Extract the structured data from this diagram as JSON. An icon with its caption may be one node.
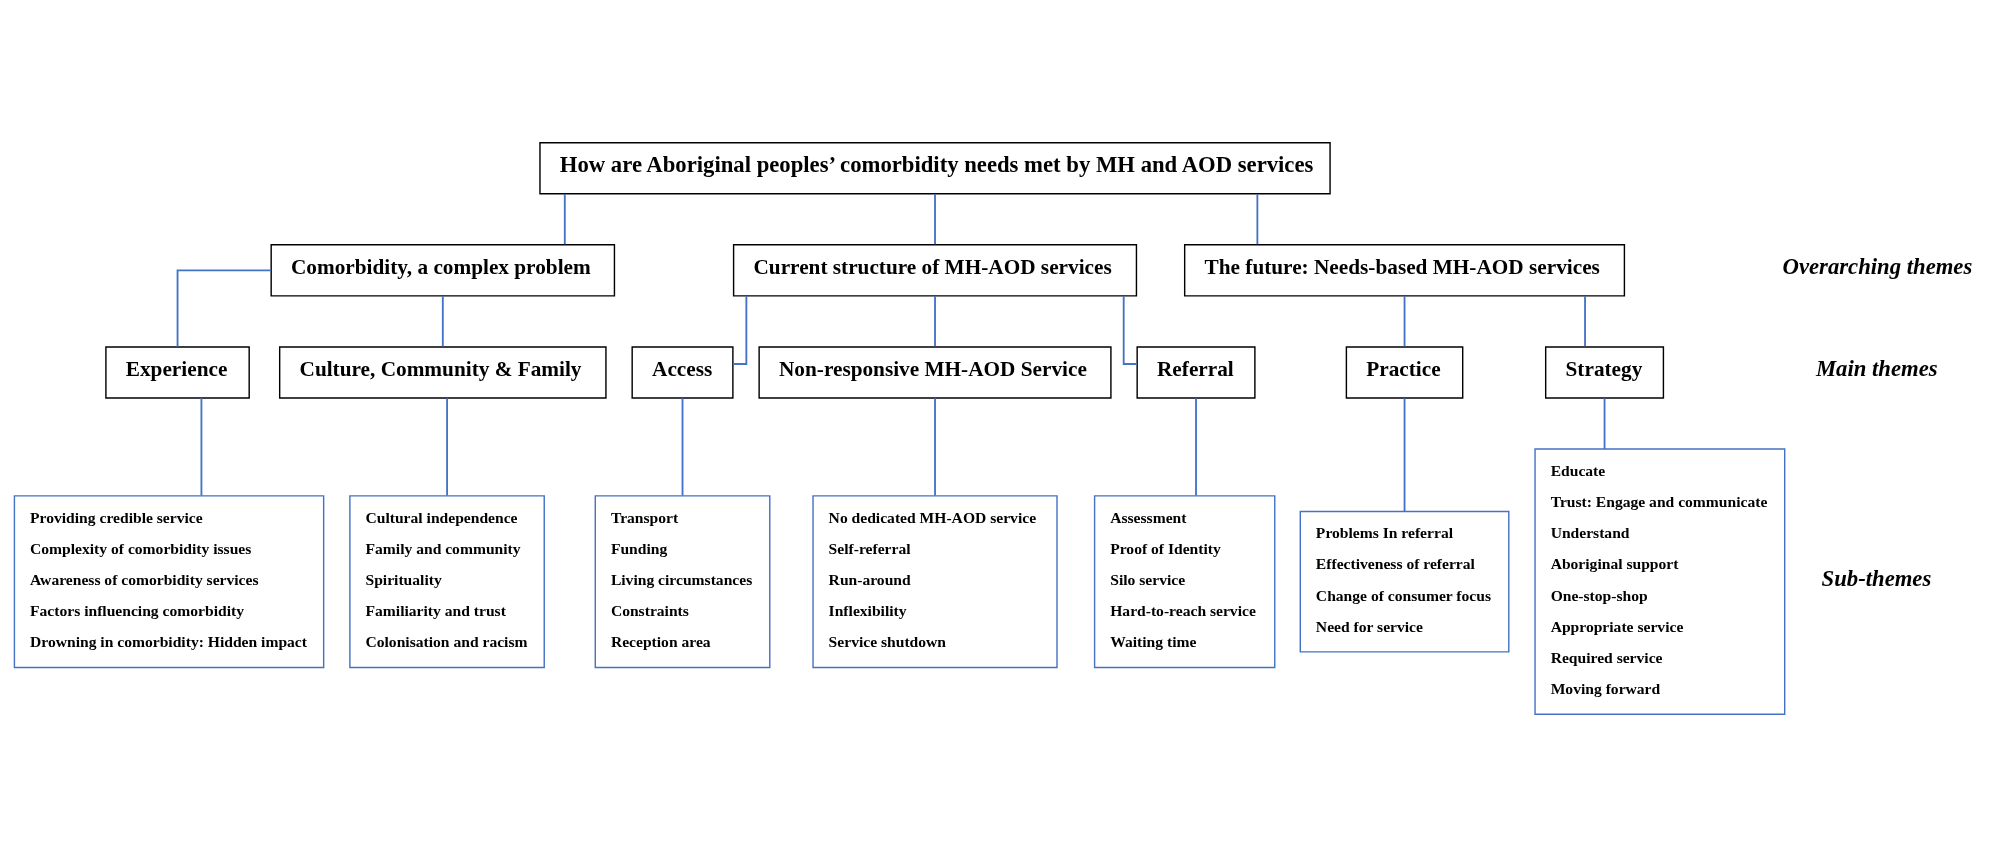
{
  "diagram": {
    "nodes": [
      {
        "text": [
          "How are Aboriginal peoples’ comorbidity needs met by MH and AOD services"
        ]
      },
      {
        "text": [
          "Comorbidity, a complex problem"
        ]
      },
      {
        "text": [
          "Current structure of MH-AOD services"
        ]
      },
      {
        "text": [
          "The future: Needs-based MH-AOD services"
        ]
      },
      {
        "text": [
          "Experience"
        ]
      },
      {
        "text": [
          "Culture, Community & Family"
        ]
      },
      {
        "text": [
          "Access"
        ]
      },
      {
        "text": [
          "Non-responsive MH-AOD Service"
        ]
      },
      {
        "text": [
          "Referral"
        ]
      },
      {
        "text": [
          "Practice"
        ]
      },
      {
        "text": [
          "Strategy"
        ]
      },
      {
        "text": [
          "Providing credible service",
          "Complexity of comorbidity issues",
          "Awareness of comorbidity services",
          "Factors influencing comorbidity",
          "Drowning in comorbidity: Hidden impact"
        ]
      },
      {
        "text": [
          "Cultural independence",
          "Family and community",
          "Spirituality",
          "Familiarity and trust",
          "Colonisation and racism"
        ]
      },
      {
        "text": [
          "Transport",
          "Funding",
          "Living circumstances",
          "Constraints",
          "Reception area"
        ]
      },
      {
        "text": [
          "No dedicated MH-AOD service",
          "Self-referral",
          "Run-around",
          "Inflexibility",
          "Service shutdown"
        ]
      },
      {
        "text": [
          "Assessment",
          "Proof of Identity",
          "Silo service",
          "Hard-to-reach service",
          "Waiting time"
        ]
      },
      {
        "text": [
          "Problems In referral",
          "Effectiveness of referral",
          "Change of consumer focus",
          "Need for service"
        ]
      },
      {
        "text": [
          "Educate",
          "Trust: Engage and communicate",
          "Understand",
          "Aboriginal support",
          "One-stop-shop",
          "Appropriate service",
          "Required service",
          "Moving forward"
        ]
      }
    ],
    "edges": [
      {
        "from": 0,
        "to": 1,
        "arrow": "none"
      },
      {
        "from": 0,
        "to": 2,
        "arrow": "none"
      },
      {
        "from": 0,
        "to": 3,
        "arrow": "none"
      },
      {
        "from": 1,
        "to": 4,
        "arrow": "none"
      },
      {
        "from": 1,
        "to": 5,
        "arrow": "none"
      },
      {
        "from": 2,
        "to": 6,
        "arrow": "none"
      },
      {
        "from": 2,
        "to": 7,
        "arrow": "none"
      },
      {
        "from": 2,
        "to": 8,
        "arrow": "none"
      },
      {
        "from": 3,
        "to": 9,
        "arrow": "none"
      },
      {
        "from": 3,
        "to": 10,
        "arrow": "none"
      },
      {
        "from": 4,
        "to": 11,
        "arrow": "none"
      },
      {
        "from": 5,
        "to": 12,
        "arrow": "none"
      },
      {
        "from": 6,
        "to": 13,
        "arrow": "none"
      },
      {
        "from": 7,
        "to": 14,
        "arrow": "none"
      },
      {
        "from": 8,
        "to": 15,
        "arrow": "none"
      },
      {
        "from": 9,
        "to": 16,
        "arrow": "none"
      },
      {
        "from": 10,
        "to": 17,
        "arrow": "none"
      }
    ],
    "labels": [
      "Overarching themes",
      "Main themes",
      "Sub-themes"
    ]
  }
}
